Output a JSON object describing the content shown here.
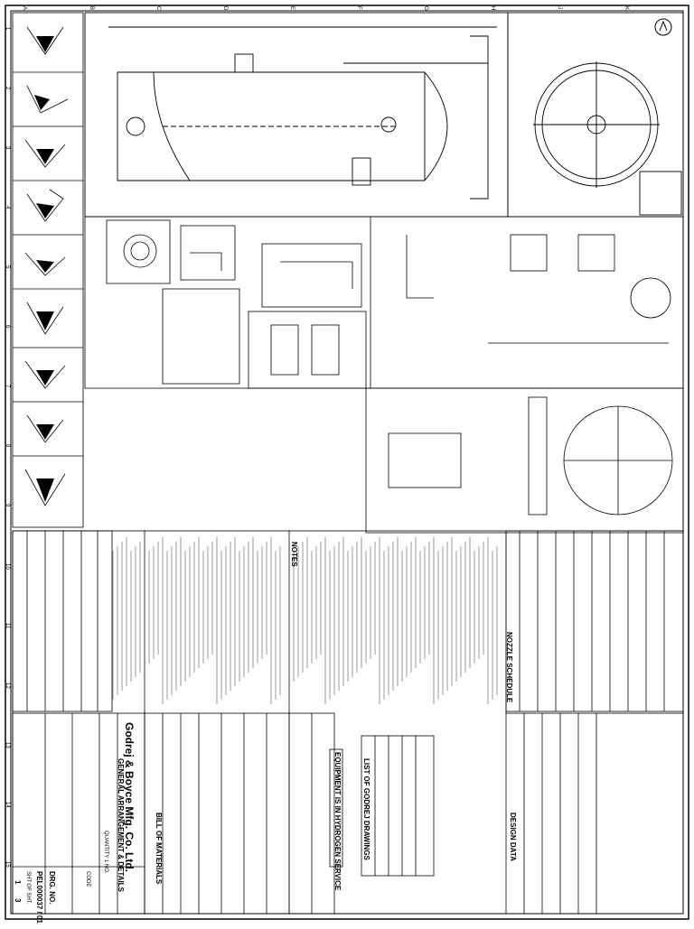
{
  "title_block": {
    "company": "Godrej & Boyce Mfg. Co. Ltd.",
    "drawing_title": "GENERAL ARRANGEMENT & DETAILS",
    "drg_no_label": "DRG. NO.",
    "drg_no": "PEL000037 / 01",
    "sheet_label": "SHT OF SHT.",
    "sheet_no": "1",
    "sheet_total": "3",
    "code_label": "CODE",
    "quantity": "QUANTITY 1 NO."
  },
  "stamps": {
    "hydrogen_service": "EQUIPMENT IS IN HYDROGEN SERVICE"
  },
  "sections": {
    "bom": "BILL OF MATERIALS",
    "nozzle_schedule": "NOZZLE SCHEDULE",
    "design_data": "DESIGN DATA",
    "ref_drawings": "LIST OF GODREJ DRAWINGS",
    "notes": "NOTES"
  },
  "border": {
    "rows": [
      "1",
      "2",
      "3",
      "4",
      "5",
      "6",
      "7",
      "8",
      "9",
      "10",
      "11",
      "12",
      "13",
      "14",
      "15"
    ],
    "cols": [
      "A",
      "B",
      "C",
      "D",
      "E",
      "F",
      "G",
      "H",
      "J",
      "K"
    ]
  }
}
